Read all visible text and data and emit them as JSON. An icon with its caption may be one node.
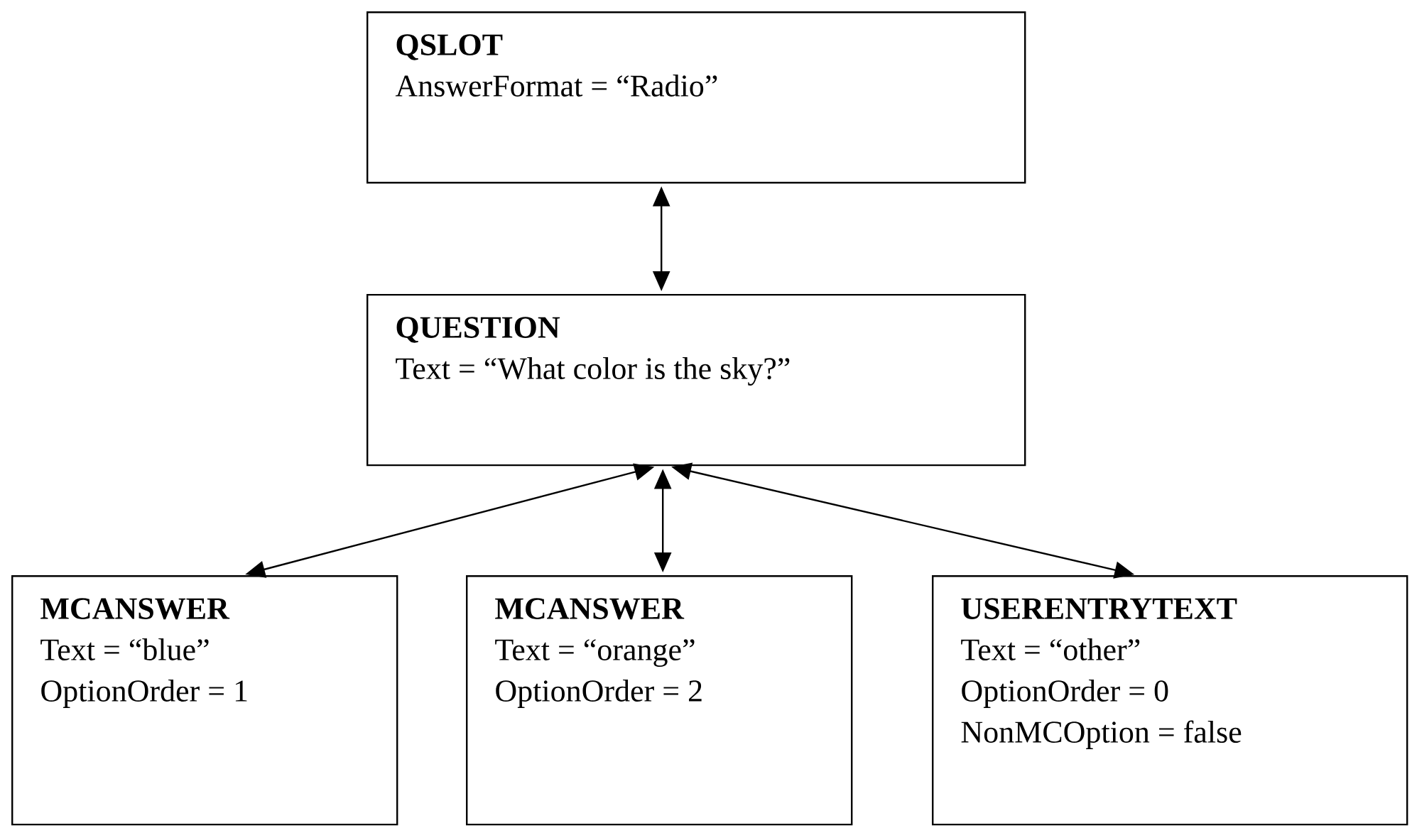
{
  "diagram": {
    "nodes": [
      {
        "text": [
          "QSLOT",
          "AnswerFormat = “Radio”"
        ]
      },
      {
        "text": [
          "QUESTION",
          "Text = “What color is the sky?”"
        ]
      },
      {
        "text": [
          "MCANSWER",
          "Text = “blue”",
          "OptionOrder = 1"
        ]
      },
      {
        "text": [
          "MCANSWER",
          "Text = “orange”",
          "OptionOrder = 2"
        ]
      },
      {
        "text": [
          "USERENTRYTEXT",
          "Text = “other”",
          "OptionOrder = 0",
          "NonMCOption = false"
        ]
      }
    ],
    "edges": [
      {
        "from": 0,
        "to": 1,
        "arrow": "both"
      },
      {
        "from": 1,
        "to": 2,
        "arrow": "both"
      },
      {
        "from": 1,
        "to": 3,
        "arrow": "both"
      },
      {
        "from": 1,
        "to": 4,
        "arrow": "both"
      }
    ]
  }
}
